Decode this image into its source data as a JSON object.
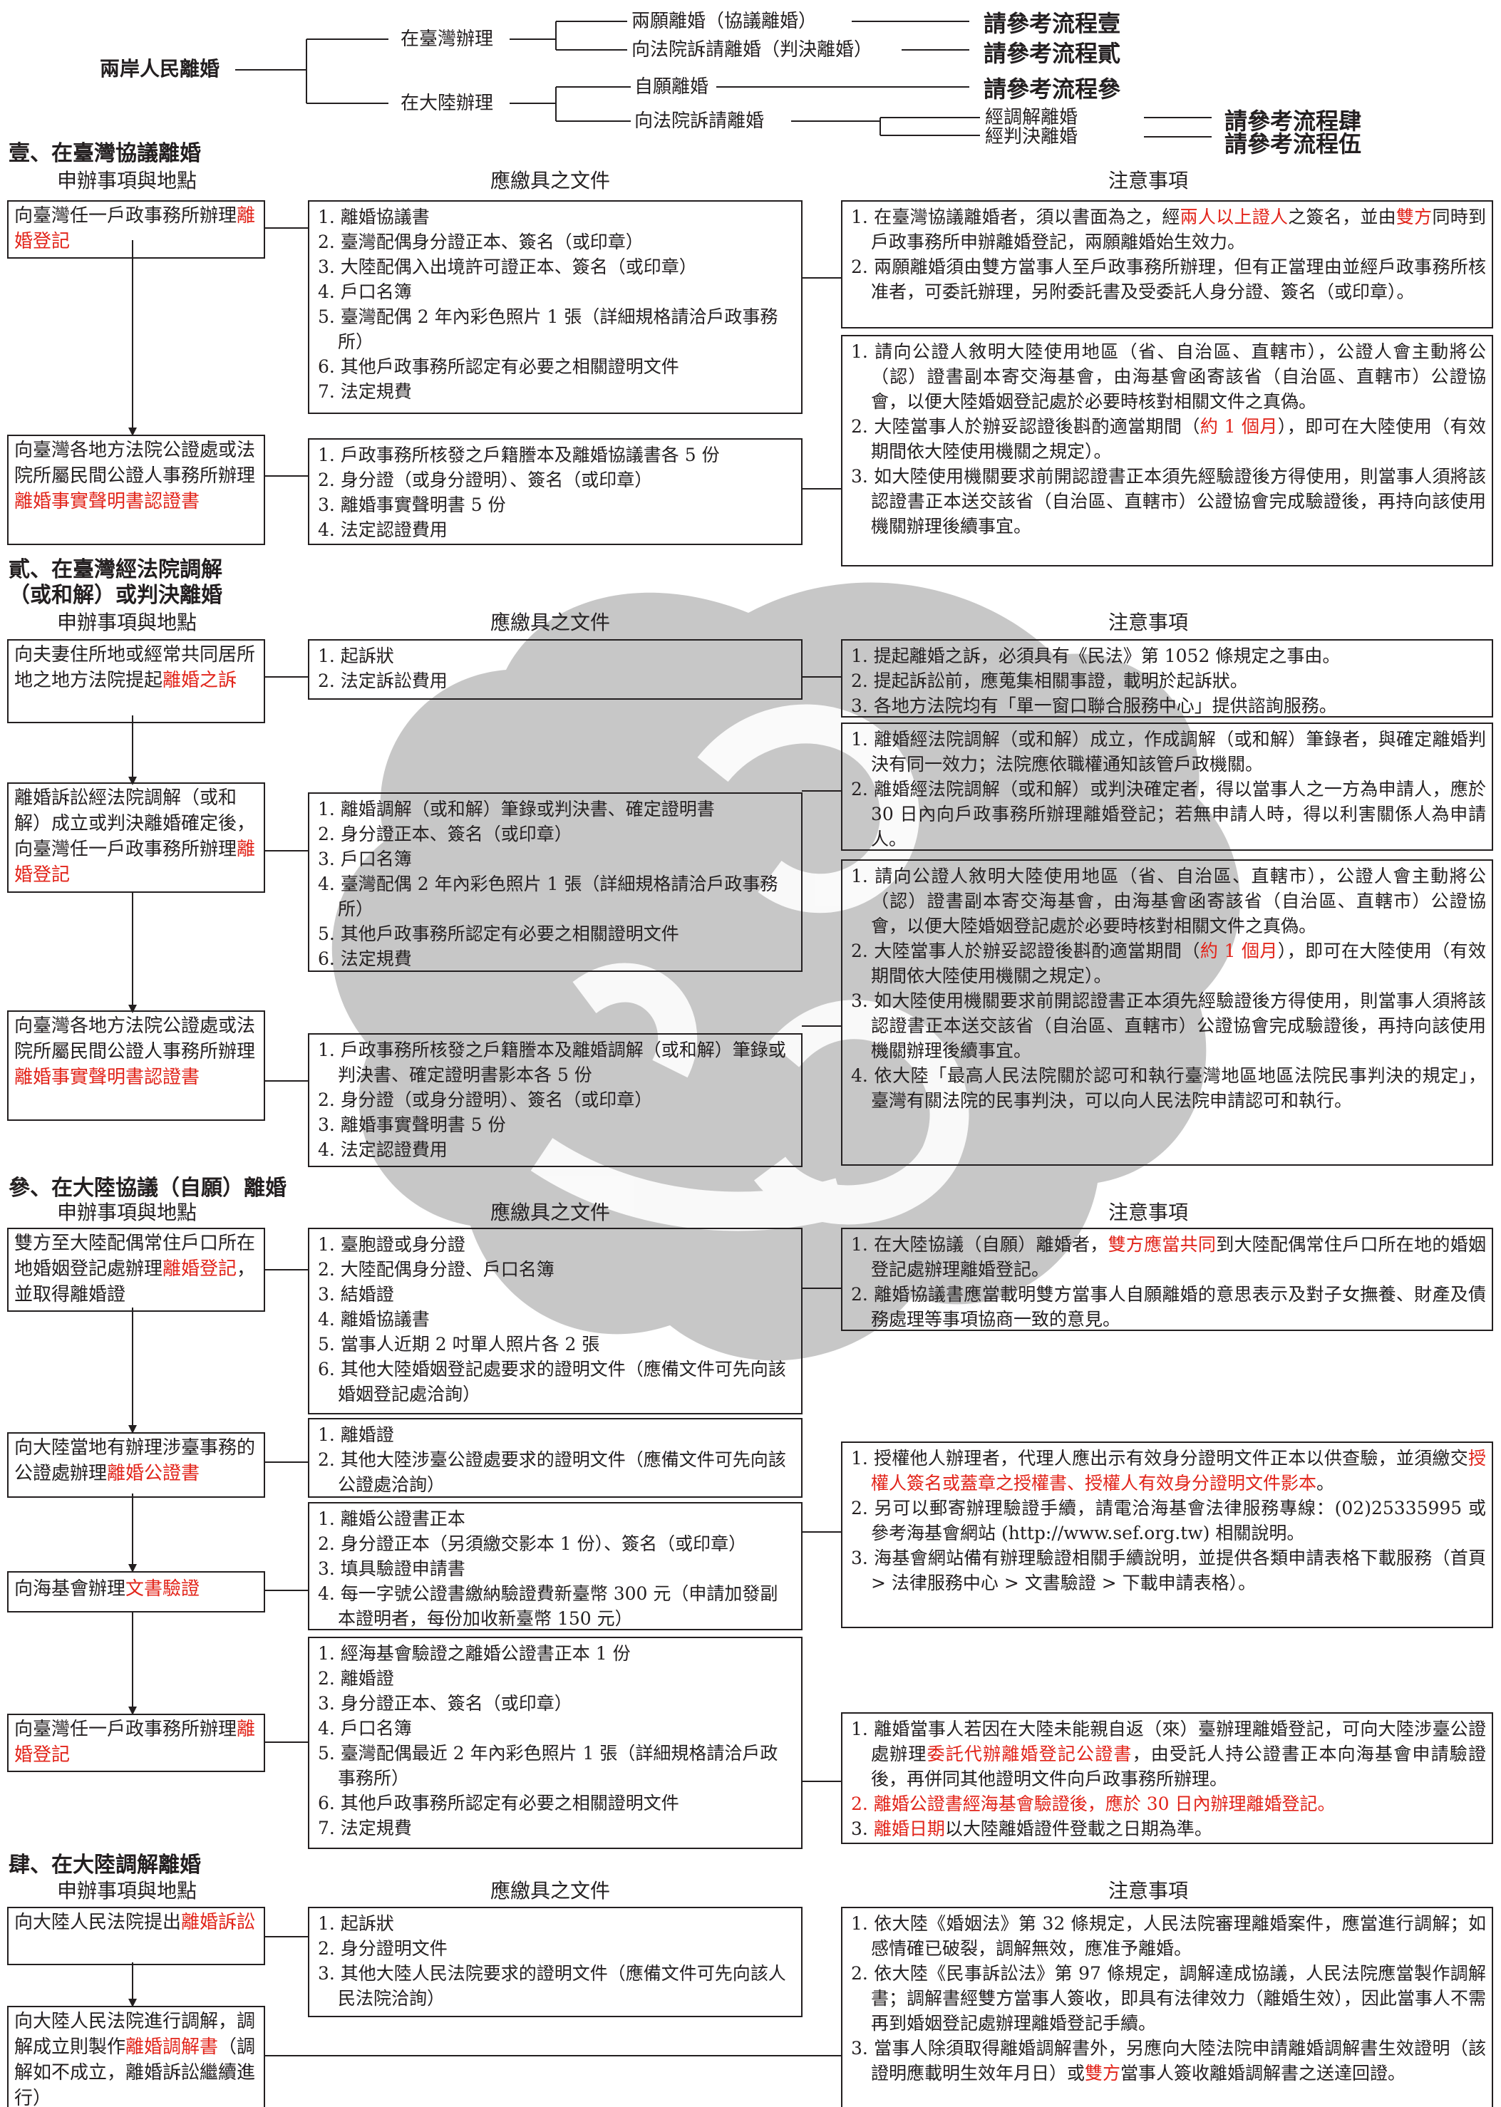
{
  "header": {
    "root": "兩岸人民離婚",
    "taiwan": "在臺灣辦理",
    "mainland": "在大陸辦理",
    "tw_consent": "兩願離婚（協議離婚）",
    "tw_court": "向法院訴請離婚（判決離婚）",
    "cn_consent": "自願離婚",
    "cn_court": "向法院訴請離婚",
    "cn_mediation": "經調解離婚",
    "cn_judgment": "經判決離婚",
    "ref1": "請參考流程壹",
    "ref2": "請參考流程貳",
    "ref3": "請參考流程參",
    "ref4": "請參考流程肆",
    "ref5": "請參考流程伍"
  },
  "columns": {
    "place": "申辦事項與地點",
    "docs": "應繳具之文件",
    "notes": "注意事項"
  },
  "s1": {
    "title": "壹、在臺灣協議離婚",
    "p1a": "向臺灣任一戶政事務所辦理",
    "p1b": "離婚登記",
    "d1": [
      "1. 離婚協議書",
      "2. 臺灣配偶身分證正本、簽名（或印章）",
      "3. 大陸配偶入出境許可證正本、簽名（或印章）",
      "4. 戶口名簿",
      "5. 臺灣配偶 2 年內彩色照片 1 張（詳細規格請洽戶政事務所）",
      "6. 其他戶政事務所認定有必要之相關證明文件",
      "7. 法定規費"
    ],
    "n1_1a": "1. 在臺灣協議離婚者，須以書面為之，經",
    "n1_1b": "兩人以上證人",
    "n1_1c": "之簽名，並由",
    "n1_1d": "雙方",
    "n1_1e": "同時到戶政事務所申辦離婚登記，兩願離婚始生效力。",
    "n1_2": "2. 兩願離婚須由雙方當事人至戶政事務所辦理，但有正當理由並經戶政事務所核准者，可委託辦理，另附委託書及受委託人身分證、簽名（或印章）。",
    "p2a": "向臺灣各地方法院公證處或法院所屬民間公證人事務所辦理",
    "p2b": "離婚事實聲明書認證書",
    "d2": [
      "1. 戶政事務所核發之戶籍謄本及離婚協議書各 5 份",
      "2. 身分證（或身分證明）、簽名（或印章）",
      "3. 離婚事實聲明書 5 份",
      "4. 法定認證費用"
    ],
    "n2_1": "1. 請向公證人敘明大陸使用地區（省、自治區、直轄市），公證人會主動將公（認）證書副本寄交海基會，由海基會函寄該省（自治區、直轄市）公證協會，以便大陸婚姻登記處於必要時核對相關文件之真偽。",
    "n2_2a": "2. 大陸當事人於辦妥認證後斟酌適當期間（",
    "n2_2b": "約 1 個月",
    "n2_2c": "），即可在大陸使用（有效期間依大陸使用機關之規定）。",
    "n2_3": "3. 如大陸使用機關要求前開認證書正本須先經驗證後方得使用，則當事人須將該認證書正本送交該省（自治區、直轄市）公證協會完成驗證後，再持向該使用機關辦理後續事宜。"
  },
  "s2": {
    "title1": "貳、在臺灣經法院調解",
    "title2": "（或和解）或判決離婚",
    "p1a": "向夫妻住所地或經常共同居所地之地方法院提起",
    "p1b": "離婚之訴",
    "d1": [
      "1. 起訴狀",
      "2. 法定訴訟費用"
    ],
    "n1": [
      "1. 提起離婚之訴，必須具有《民法》第 1052 條規定之事由。",
      "2. 提起訴訟前，應蒐集相關事證，載明於起訴狀。",
      "3. 各地方法院均有「單一窗口聯合服務中心」提供諮詢服務。"
    ],
    "p2a": "離婚訴訟經法院調解（或和解）成立或判決離婚確定後，向臺灣任一戶政事務所辦理",
    "p2b": "離婚登記",
    "d2": [
      "1. 離婚調解（或和解）筆錄或判決書、確定證明書",
      "2. 身分證正本、簽名（或印章）",
      "3. 戶口名簿",
      "4. 臺灣配偶 2 年內彩色照片 1 張（詳細規格請洽戶政事務所）",
      "5. 其他戶政事務所認定有必要之相關證明文件",
      "6. 法定規費"
    ],
    "n2": [
      "1. 離婚經法院調解（或和解）成立，作成調解（或和解）筆錄者，與確定離婚判決有同一效力；法院應依職權通知該管戶政機關。",
      "2. 離婚經法院調解（或和解）或判決確定者，得以當事人之一方為申請人，應於 30 日內向戶政事務所辦理離婚登記；若無申請人時，得以利害關係人為申請人。"
    ],
    "p3a": "向臺灣各地方法院公證處或法院所屬民間公證人事務所辦理",
    "p3b": "離婚事實聲明書認證書",
    "d3": [
      "1. 戶政事務所核發之戶籍謄本及離婚調解（或和解）筆錄或判決書、確定證明書影本各 5 份",
      "2. 身分證（或身分證明）、簽名（或印章）",
      "3. 離婚事實聲明書 5 份",
      "4. 法定認證費用"
    ],
    "n3_1": "1. 請向公證人敘明大陸使用地區（省、自治區、直轄市），公證人會主動將公（認）證書副本寄交海基會，由海基會函寄該省（自治區、直轄市）公證協會，以便大陸婚姻登記處於必要時核對相關文件之真偽。",
    "n3_2a": "2. 大陸當事人於辦妥認證後斟酌適當期間（",
    "n3_2b": "約 1 個月",
    "n3_2c": "），即可在大陸使用（有效期間依大陸使用機關之規定）。",
    "n3_3": "3. 如大陸使用機關要求前開認證書正本須先經驗證後方得使用，則當事人須將該認證書正本送交該省（自治區、直轄市）公證協會完成驗證後，再持向該使用機關辦理後續事宜。",
    "n3_4": "4. 依大陸「最高人民法院關於認可和執行臺灣地區地區法院民事判決的規定」，臺灣有關法院的民事判決，可以向人民法院申請認可和執行。"
  },
  "s3": {
    "title": "參、在大陸協議（自願）離婚",
    "p1a": "雙方至大陸配偶常住戶口所在地婚姻登記處辦理",
    "p1b": "離婚登記",
    "p1c": "，並取得離婚證",
    "d1": [
      "1. 臺胞證或身分證",
      "2. 大陸配偶身分證、戶口名簿",
      "3. 結婚證",
      "4. 離婚協議書",
      "5. 當事人近期 2 吋單人照片各 2 張",
      "6. 其他大陸婚姻登記處要求的證明文件（應備文件可先向該婚姻登記處洽詢）"
    ],
    "n1_1a": "1. 在大陸協議（自願）離婚者，",
    "n1_1b": "雙方應當共同",
    "n1_1c": "到大陸配偶常住戶口所在地的婚姻登記處辦理離婚登記。",
    "n1_2": "2. 離婚協議書應當載明雙方當事人自願離婚的意思表示及對子女撫養、財產及債務處理等事項協商一致的意見。",
    "p2a": "向大陸當地有辦理涉臺事務的公證處辦理",
    "p2b": "離婚公證書",
    "d2": [
      "1. 離婚證",
      "2. 其他大陸涉臺公證處要求的證明文件（應備文件可先向該公證處洽詢）"
    ],
    "n2_1a": "1. 授權他人辦理者，代理人應出示有效身分證明文件正本以供查驗，並須繳交",
    "n2_1b": "授權人簽名或蓋章之授權書、授權人有效身分證明文件影本",
    "n2_1c": "。",
    "n2_2": "2. 另可以郵寄辦理驗證手續，請電洽海基會法律服務專線：(02)25335995 或參考海基會網站 (http://www.sef.org.tw) 相關說明。",
    "n2_3": "3. 海基會網站備有辦理驗證相關手續說明，並提供各類申請表格下載服務（首頁 > 法律服務中心 > 文書驗證 > 下載申請表格）。",
    "p3a": "向海基會辦理",
    "p3b": "文書驗證",
    "d3": [
      "1. 離婚公證書正本",
      "2. 身分證正本（另須繳交影本 1 份）、簽名（或印章）",
      "3. 填具驗證申請書",
      "4. 每一字號公證書繳納驗證費新臺幣 300 元（申請加發副本證明者，每份加收新臺幣 150 元）"
    ],
    "p4a": "向臺灣任一戶政事務所辦理",
    "p4b": "離婚登記",
    "d4": [
      "1. 經海基會驗證之離婚公證書正本 1 份",
      "2. 離婚證",
      "3. 身分證正本、簽名（或印章）",
      "4. 戶口名簿",
      "5. 臺灣配偶最近 2 年內彩色照片 1 張（詳細規格請洽戶政事務所）",
      "6. 其他戶政事務所認定有必要之相關證明文件",
      "7. 法定規費"
    ],
    "n4_1a": "1. 離婚當事人若因在大陸未能親自返（來）臺辦理離婚登記，可向大陸涉臺公證處辦理",
    "n4_1b": "委託代辦離婚登記公證書",
    "n4_1c": "，由受託人持公證書正本向海基會申請驗證後，再併同其他證明文件向戶政事務所辦理。",
    "n4_2": "2. 離婚公證書經海基會驗證後，應於 30 日內辦理離婚登記。",
    "n4_3a": "3. ",
    "n4_3b": "離婚日期",
    "n4_3c": "以大陸離婚證件登載之日期為準。"
  },
  "s4": {
    "title": "肆、在大陸調解離婚",
    "p1a": "向大陸人民法院提出",
    "p1b": "離婚訴訟",
    "d1": [
      "1. 起訴狀",
      "2. 身分證明文件",
      "3. 其他大陸人民法院要求的證明文件（應備文件可先向該人民法院洽詢）"
    ],
    "p2a": "向大陸人民法院進行調解，調解成立則製作",
    "p2b": "離婚調解書",
    "p2c": "（調解如不成立，離婚訴訟繼續進行）",
    "n1": "1. 依大陸《婚姻法》第 32 條規定，人民法院審理離婚案件，應當進行調解；如感情確已破裂，調解無效，應准予離婚。",
    "n2": "2. 依大陸《民事訴訟法》第 97 條規定，調解達成協議，人民法院應當製作調解書；調解書經雙方當事人簽收，即具有法律效力（離婚生效），因此當事人不需再到婚姻登記處辦理離婚登記手續。",
    "n3a": "3. 當事人除須取得離婚調解書外，另應向大陸法院申請離婚調解書生效證明（該證明應載明生效年月日）或",
    "n3b": "雙方",
    "n3c": "當事人簽收離婚調解書之送達回證。"
  },
  "colors": {
    "ink": "#231f20",
    "accent": "#e2241a",
    "watermark": "#c9c9c9"
  }
}
